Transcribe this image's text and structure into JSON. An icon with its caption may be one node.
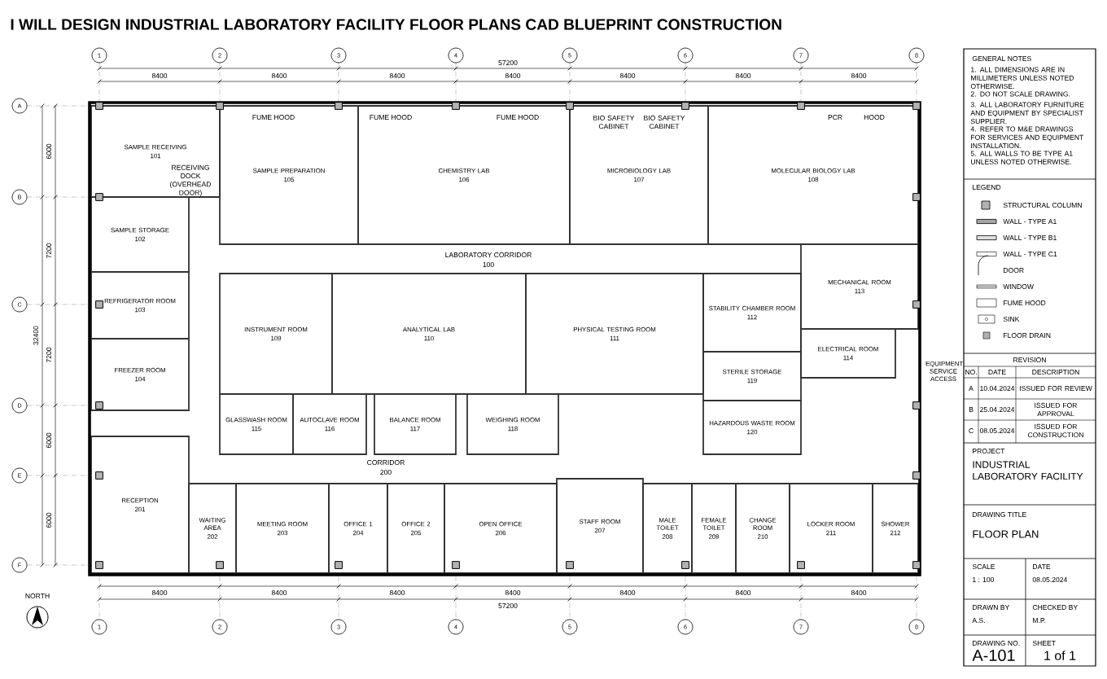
{
  "diagram": {
    "title": "I WILL DESIGN INDUSTRIAL LABORATORY FACILITY FLOOR PLANS CAD BLUEPRINT CONSTRUCTION",
    "nodes": [
      {
        "text": [
          "SAMPLE RECEIVING",
          "101"
        ]
      },
      {
        "text": [
          "SAMPLE PREPARATION",
          "105"
        ]
      },
      {
        "text": [
          "CHEMISTRY LAB",
          "106"
        ]
      },
      {
        "text": [
          "MICROBIOLOGY LAB",
          "107"
        ]
      },
      {
        "text": [
          "MOLECULAR BIOLOGY LAB",
          "108"
        ]
      },
      {
        "text": [
          "SAMPLE STORAGE",
          "102"
        ]
      },
      {
        "text": [
          "MECHANICAL ROOM",
          "113"
        ]
      },
      {
        "text": [
          "REFRIGERATOR ROOM",
          "103"
        ]
      },
      {
        "text": [
          "INSTRUMENT ROOM",
          "109"
        ]
      },
      {
        "text": [
          "ANALYTICAL LAB",
          "110"
        ]
      },
      {
        "text": [
          "PHYSICAL TESTING ROOM",
          "111"
        ]
      },
      {
        "text": [
          "STABILITY CHAMBER ROOM",
          "112"
        ]
      },
      {
        "text": [
          "ELECTRICAL ROOM",
          "114"
        ]
      },
      {
        "text": [
          "FREEZER ROOM",
          "104"
        ]
      },
      {
        "text": [
          "STERILE STORAGE",
          "119"
        ]
      },
      {
        "text": [
          "GLASSWASH ROOM",
          "115"
        ]
      },
      {
        "text": [
          "AUTOCLAVE ROOM",
          "116"
        ]
      },
      {
        "text": [
          "BALANCE ROOM",
          "117"
        ]
      },
      {
        "text": [
          "WEIGHING ROOM",
          "118"
        ]
      },
      {
        "text": [
          "HAZARDOUS WASTE ROOM",
          "120"
        ]
      },
      {
        "text": [
          "RECEPTION",
          "201"
        ]
      },
      {
        "text": [
          "WAITING AREA",
          "202"
        ]
      },
      {
        "text": [
          "MEETING ROOM",
          "203"
        ]
      },
      {
        "text": [
          "OFFICE 1",
          "204"
        ]
      },
      {
        "text": [
          "OFFICE 2",
          "205"
        ]
      },
      {
        "text": [
          "OPEN OFFICE",
          "206"
        ]
      },
      {
        "text": [
          "STAFF ROOM",
          "207"
        ]
      },
      {
        "text": [
          "MALE TOILET",
          "208"
        ]
      },
      {
        "text": [
          "FEMALE TOILET",
          "209"
        ]
      },
      {
        "text": [
          "CHANGE ROOM",
          "210"
        ]
      },
      {
        "text": [
          "LOCKER ROOM",
          "211"
        ]
      },
      {
        "text": [
          "SHOWER",
          "212"
        ]
      }
    ],
    "labels": [
      "1",
      "2",
      "3",
      "4",
      "5",
      "6",
      "7",
      "8",
      "57200",
      "8400",
      "8400",
      "8400",
      "8400",
      "8400",
      "8400",
      "8400",
      "A",
      "B",
      "C",
      "D",
      "E",
      "F",
      "6000",
      "7200",
      "7200",
      "6000",
      "6000",
      "32400",
      "RECEIVING DOCK (OVERHEAD DOOR)",
      "FUME HOOD",
      "FUME HOOD",
      "FUME HOOD",
      "BIO SAFETY CABINET",
      "BIO SAFETY CABINET",
      "PCR",
      "HOOD",
      "LABORATORY CORRIDOR",
      "100",
      "CORRIDOR",
      "200",
      "EQUIPMENT SERVICE ACCESS",
      "8400",
      "8400",
      "8400",
      "8400",
      "8400",
      "8400",
      "8400",
      "57200",
      "1",
      "2",
      "3",
      "4",
      "5",
      "6",
      "7",
      "8",
      "NORTH",
      "GENERAL NOTES",
      "1. ALL DIMENSIONS ARE IN MILLIMETERS UNLESS NOTED OTHERWISE.",
      "2. DO NOT SCALE DRAWING.",
      "3. ALL LABORATORY FURNITURE AND EQUIPMENT BY SPECIALIST SUPPLIER.",
      "4. REFER TO M&E DRAWINGS FOR SERVICES AND EQUIPMENT INSTALLATION.",
      "5. ALL WALLS TO BE TYPE A1 UNLESS NOTED OTHERWISE.",
      "LEGEND",
      "REVISION",
      "NO.",
      "DATE",
      "DESCRIPTION",
      "A",
      "10.04.2024",
      "ISSUED FOR REVIEW",
      "B",
      "25.04.2024",
      "ISSUED FOR APPROVAL",
      "C",
      "08.05.2024",
      "ISSUED FOR CONSTRUCTION",
      "PROJECT",
      "INDUSTRIAL LABORATORY FACILITY",
      "DRAWING TITLE",
      "FLOOR PLAN",
      "SCALE",
      "DATE",
      "1 : 100",
      "08.05.2024",
      "DRAWN BY",
      "CHECKED BY",
      "A.S.",
      "M.P.",
      "DRAWING NO.",
      "SHEET",
      "A-101",
      "1 of 1"
    ],
    "legend": [
      {
        "text": "STRUCTURAL COLUMN"
      },
      {
        "text": "WALL - TYPE A1"
      },
      {
        "text": "WALL - TYPE B1"
      },
      {
        "text": "WALL - TYPE C1"
      },
      {
        "text": "DOOR"
      },
      {
        "text": "WINDOW"
      },
      {
        "text": "FUME HOOD"
      },
      {
        "text": "SINK"
      },
      {
        "text": "FLOOR DRAIN"
      }
    ]
  }
}
